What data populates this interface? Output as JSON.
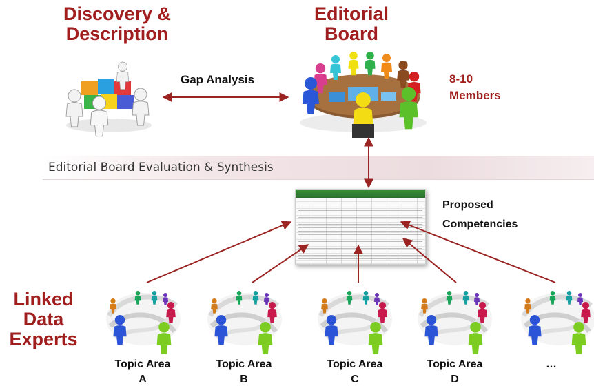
{
  "titles": {
    "discovery_line1": "Discovery &",
    "discovery_line2": "Description",
    "editorial_line1": "Editorial",
    "editorial_line2": "Board",
    "members_line1": "8-10",
    "members_line2": "Members",
    "linked_line1": "Linked",
    "linked_line2": "Data",
    "linked_line3": "Experts"
  },
  "labels": {
    "gap_analysis": "Gap Analysis",
    "band": "Editorial Board Evaluation & Synthesis",
    "proposed_line1": "Proposed",
    "proposed_line2": "Competencies"
  },
  "topics": [
    {
      "line1": "Topic Area",
      "line2": "A"
    },
    {
      "line1": "Topic Area",
      "line2": "B"
    },
    {
      "line1": "Topic Area",
      "line2": "C"
    },
    {
      "line1": "Topic Area",
      "line2": "D"
    },
    {
      "line1": "…",
      "line2": ""
    }
  ],
  "colors": {
    "title_red": "#a01e1e",
    "arrow": "#9b2423",
    "band": "#ecdcdf"
  }
}
